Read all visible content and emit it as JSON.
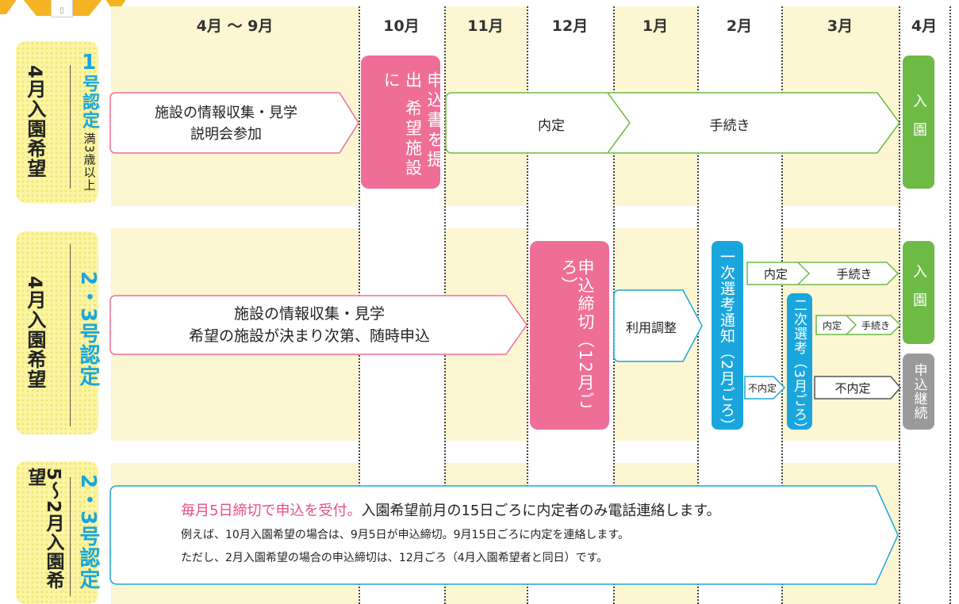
{
  "months": [
    "4月 〜 9月",
    "10月",
    "11月",
    "12月",
    "1月",
    "2月",
    "3月",
    "4月"
  ],
  "rows": [
    {
      "label_main": "4月入園希望",
      "label_cert_num": "1",
      "label_cert": "号認定",
      "label_cert_sub": "満3歳以上",
      "step1_line1": "施設の情報収集・見学",
      "step1_line2": "説明会参加",
      "pink": "申込書を提出 希望施設に",
      "naitei": "内定",
      "tetsuzuki": "手続き",
      "end": "入園"
    },
    {
      "label_main": "4月入園希望",
      "label_cert": "2・3号認定",
      "step1_line1": "施設の情報収集・見学",
      "step1_line2": "希望の施設が決まり次第、随時申込",
      "pink": "申込締切（12月ごろ）",
      "riyou": "利用調整",
      "first": "一次選考通知（2月ごろ）",
      "naitei": "内定",
      "tetsuzuki": "手続き",
      "second": "二次選考（3月ごろ）",
      "naitei2": "内定",
      "tetsuzuki2": "手続き",
      "funaitei": "不内定",
      "funaitei2": "不内定",
      "end": "入園",
      "end2": "申込継続"
    },
    {
      "label_main": "5〜2月入園希望",
      "label_cert": "2・3号認定",
      "line1_highlight": "毎月5日締切で申込を受付。",
      "line1_rest": "入園希望前月の15日ごろに内定者のみ電話連絡します。",
      "line2": "例えば、10月入園希望の場合は、9月5日が申込締切。9月15日ごろに内定を連絡します。",
      "line3": "ただし、2月入園希望の場合の申込締切は、12月ごろ（4月入園希望者と同日）です。"
    }
  ],
  "colors": {
    "band": "#fdf6d3",
    "pink": "#ef6e97",
    "green": "#6dbb45",
    "blue": "#1aa6dd",
    "gray": "#9a9a9a",
    "label_yellow": "#fbf5a4",
    "cyan_text": "#1aa6dd",
    "highlight": "#e8507e",
    "orange": "#f5b324"
  },
  "icons": [
    "document-icon"
  ]
}
